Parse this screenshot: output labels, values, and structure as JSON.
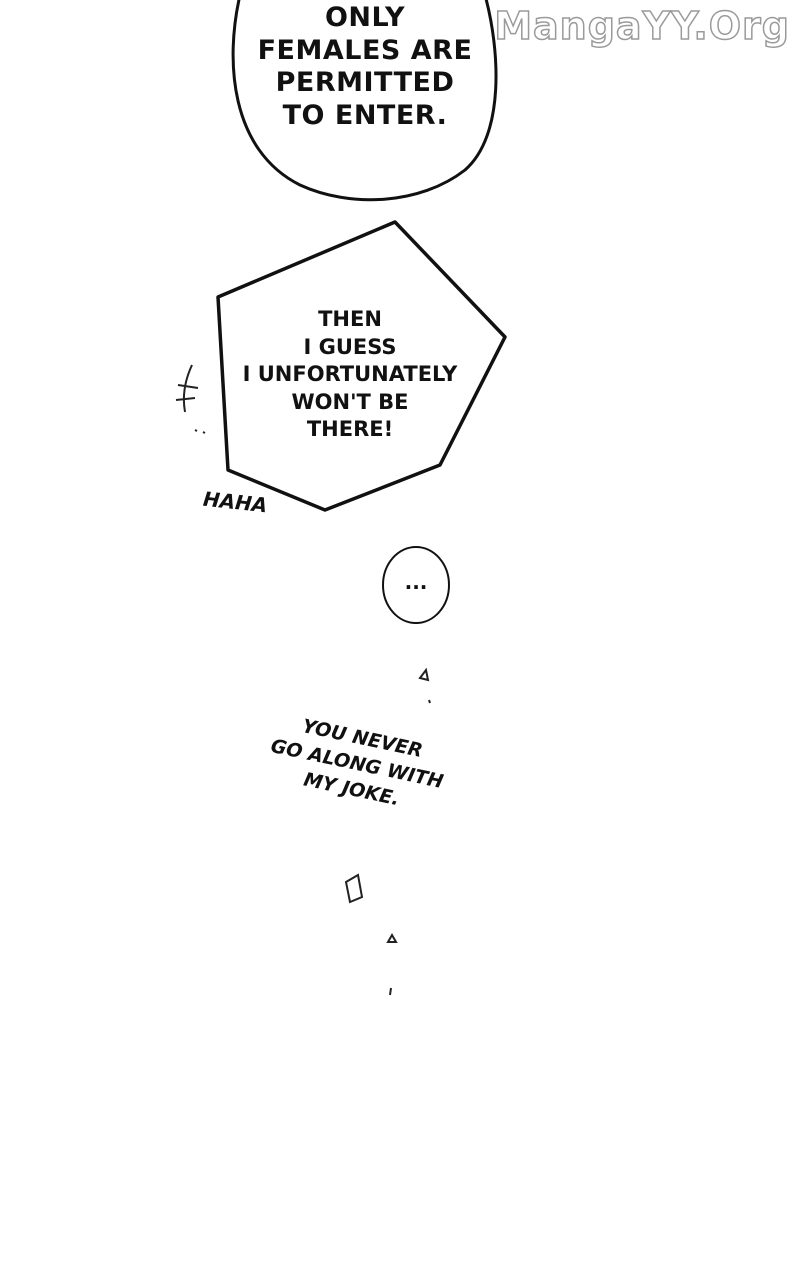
{
  "watermark": "MangaYY.Org",
  "bubbles": [
    {
      "lines": [
        "ONLY",
        "FEMALES ARE",
        "PERMITTED",
        "TO ENTER."
      ]
    },
    {
      "lines": [
        "THEN",
        "I GUESS",
        "I UNFORTUNATELY",
        "WON'T BE",
        "THERE!"
      ]
    },
    {
      "lines": [
        "..."
      ]
    }
  ],
  "sfx": {
    "laugh": "HAHA",
    "small1": "ƒ",
    "small2": "∆",
    "small3": "◊"
  },
  "caption": {
    "lines": [
      "YOU NEVER",
      "GO ALONG WITH",
      "MY JOKE."
    ]
  }
}
